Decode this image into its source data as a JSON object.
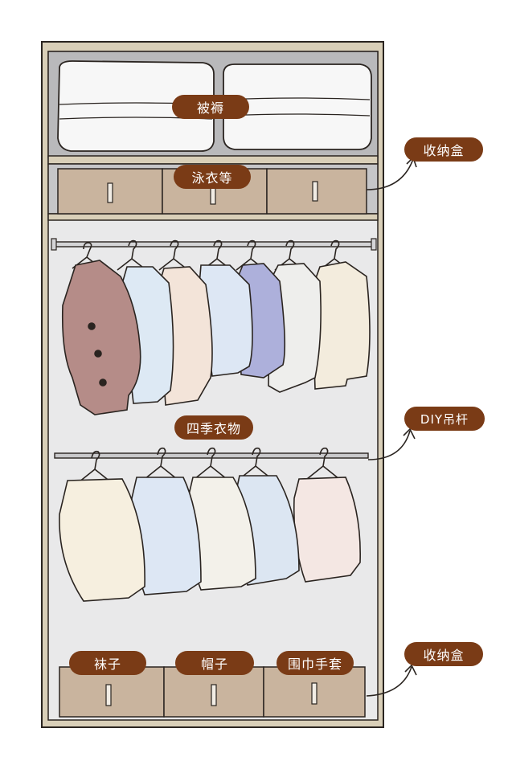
{
  "labels": {
    "bedding": "被褥",
    "swimwear": "泳衣等",
    "storage_box_top": "收纳盒",
    "seasonal_clothes": "四季衣物",
    "diy_rod": "DIY吊杆",
    "socks": "袜子",
    "hats": "帽子",
    "scarves_gloves": "围巾手套",
    "storage_box_bottom": "收纳盒"
  },
  "colors": {
    "pill": "#7a3b16",
    "wardrobe_frame": "#d9cfb8",
    "interior": "#e9e9ea",
    "drawer": "#c9b49e",
    "coat_brown": "#b58c88"
  }
}
